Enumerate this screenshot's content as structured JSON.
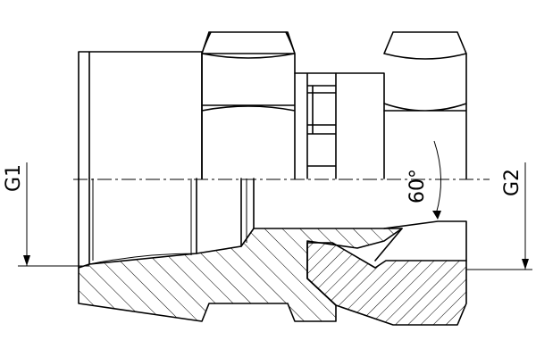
{
  "drawing": {
    "labels": {
      "g1": "G1",
      "g2": "G2",
      "angle": "60°"
    }
  }
}
